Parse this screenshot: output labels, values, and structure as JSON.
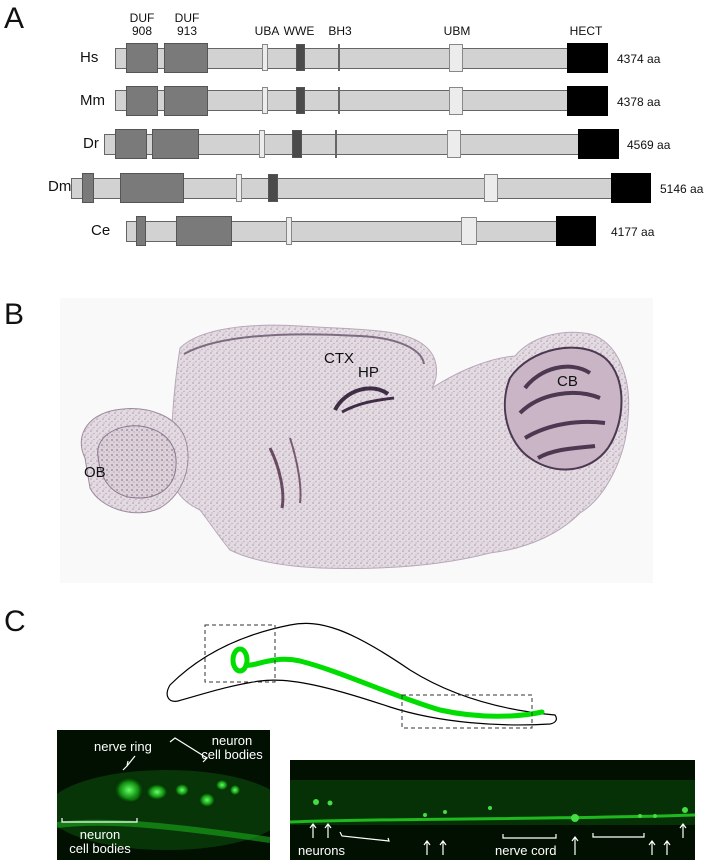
{
  "panel_a": {
    "letter": "A",
    "domain_labels": {
      "duf908": "DUF\n908",
      "duf913": "DUF\n913",
      "uba": "UBA",
      "wwe": "WWE",
      "bh3": "BH3",
      "ubm": "UBM",
      "hect": "HECT"
    },
    "species": [
      {
        "name": "Hs",
        "length": "4374 aa"
      },
      {
        "name": "Mm",
        "length": "4378 aa"
      },
      {
        "name": "Dr",
        "length": "4569 aa"
      },
      {
        "name": "Dm",
        "length": "5146 aa"
      },
      {
        "name": "Ce",
        "length": "4177 aa"
      }
    ]
  },
  "panel_b": {
    "letter": "B",
    "regions": {
      "ctx": "CTX",
      "hp": "HP",
      "ob": "OB",
      "cb": "CB"
    }
  },
  "panel_c": {
    "letter": "C",
    "worm_color": "#00dd00",
    "head_labels": {
      "nerve_ring": "nerve ring",
      "neuron_cell_bodies_top": "neuron\ncell bodies",
      "neuron_cell_bodies_bottom": "neuron\ncell bodies"
    },
    "body_labels": {
      "neurons": "neurons",
      "nerve_cord": "nerve cord"
    }
  }
}
